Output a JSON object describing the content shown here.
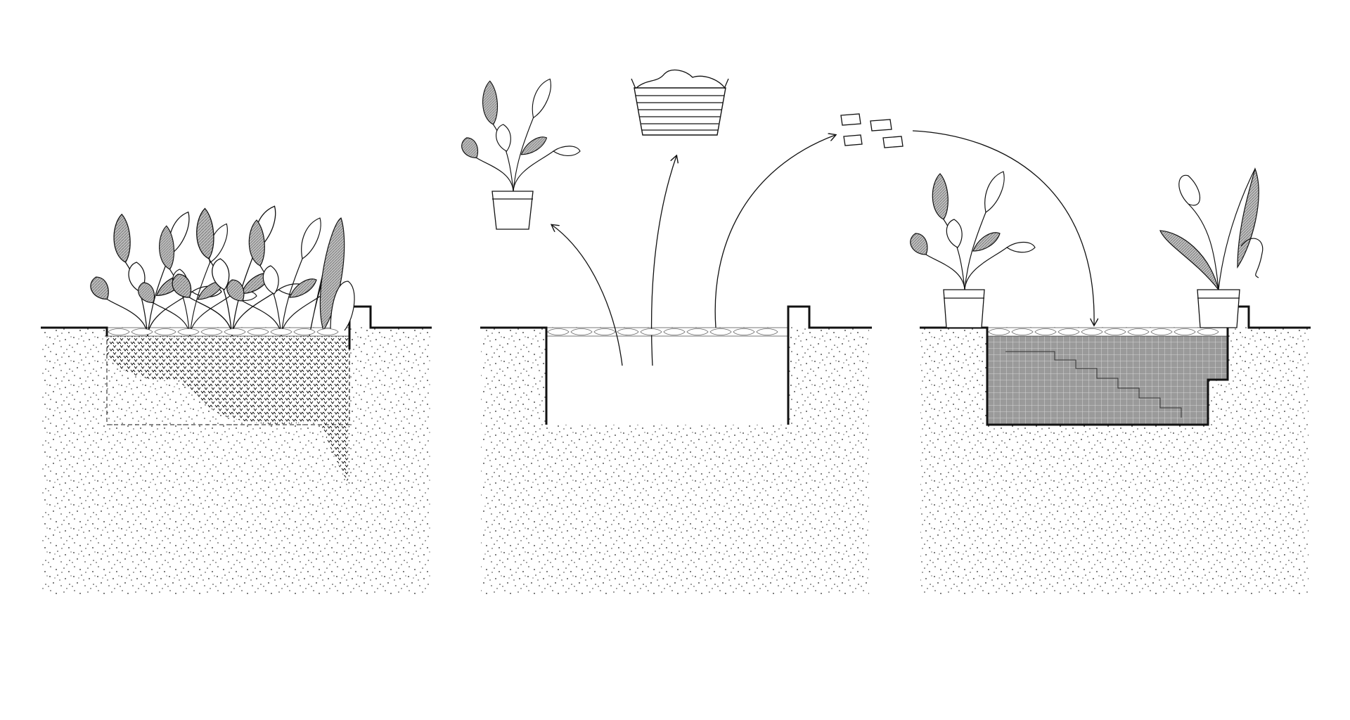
{
  "diagram": {
    "panels": [
      {
        "id": "existing-planter",
        "contents": [
          "plants",
          "soil-contamination-zone",
          "paving",
          "curb"
        ]
      },
      {
        "id": "excavation",
        "contents": [
          "removed-plant",
          "removed-soil-basket",
          "removed-paving-stones",
          "empty-pit",
          "curb"
        ]
      },
      {
        "id": "reconstructed-bed",
        "contents": [
          "potted-plants",
          "new-paving",
          "gravel-fill",
          "stepped-base",
          "curb"
        ]
      }
    ],
    "icons": [
      "potted-plant-icon",
      "soil-basket-icon",
      "paving-stones-icon",
      "arrow-icon"
    ],
    "colors": {
      "line": "#111111",
      "fill_dark": "#8a8a8a",
      "stipple": "#222222",
      "background": "#ffffff"
    }
  }
}
